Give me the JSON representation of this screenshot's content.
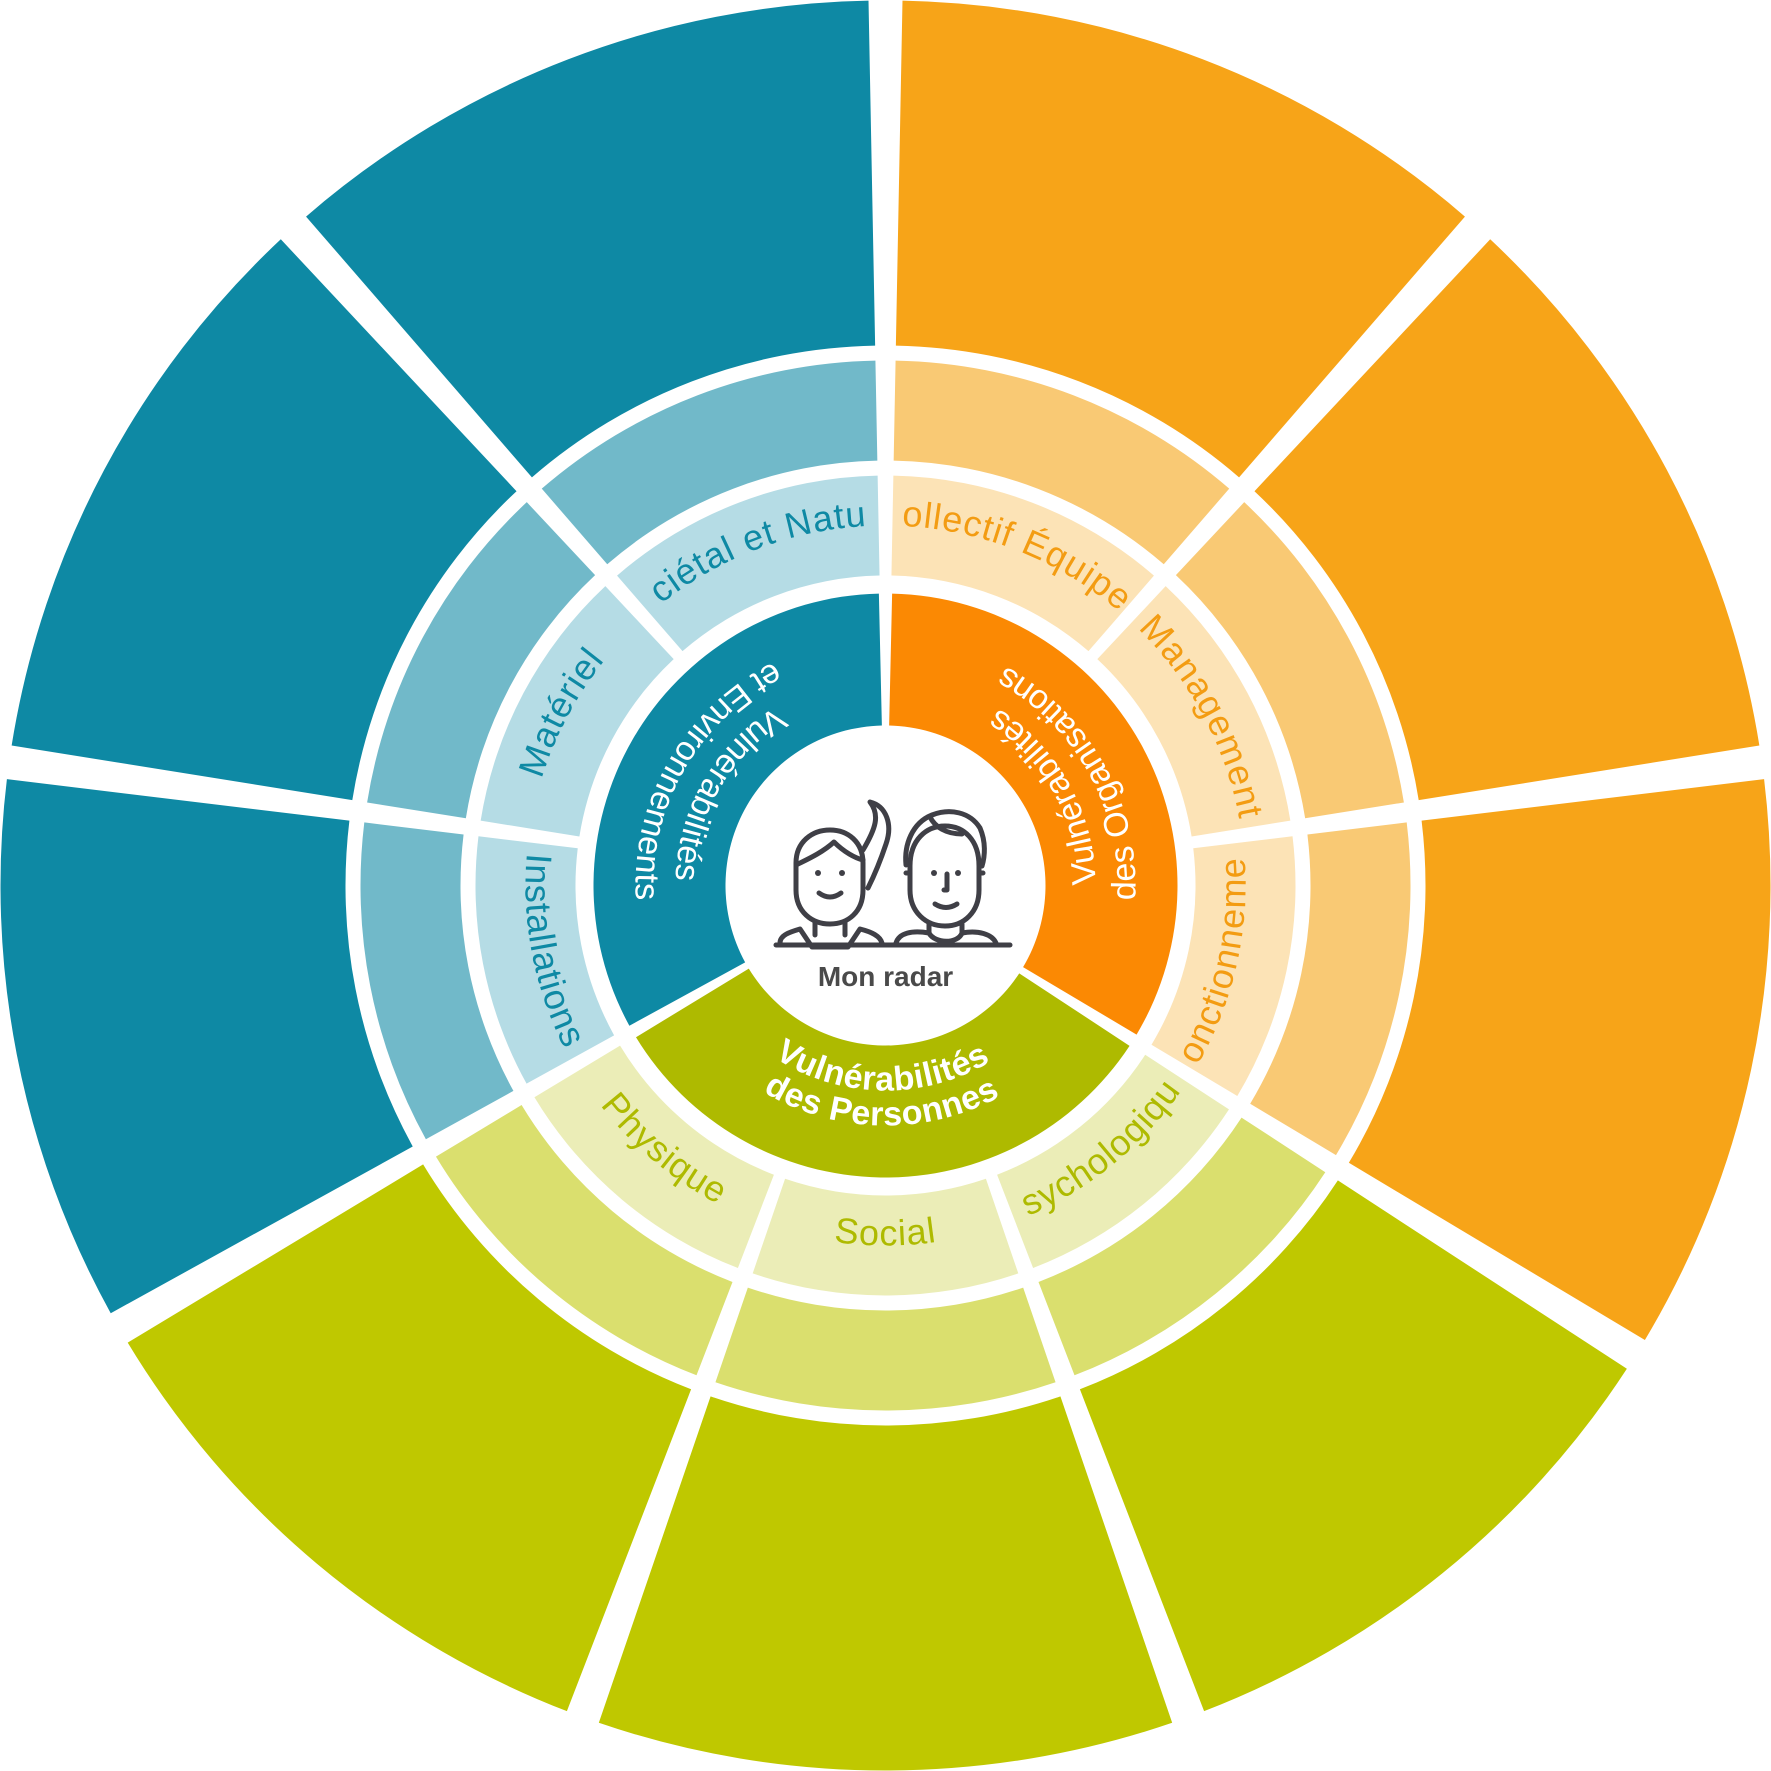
{
  "center": {
    "caption": "Mon radar",
    "icon": "two-people-icon"
  },
  "categories": [
    {
      "id": "env",
      "label_lines": [
        "Vulnérabilités",
        "et Environnements"
      ],
      "colors": {
        "core": "#0E89A4",
        "ring_inner": "#B5DCE5",
        "ring_middle": "#71B9C9",
        "ring_outer": "#0E89A4",
        "text": "#0E89A4"
      },
      "subsegments": [
        "Installations",
        "Matériel",
        "Sociétal et Naturel"
      ]
    },
    {
      "id": "org",
      "label_lines": [
        "Vulnérabilités",
        "des Organisations"
      ],
      "colors": {
        "core": "#FB8903",
        "ring_inner": "#FCE3B6",
        "ring_middle": "#F9C974",
        "ring_outer": "#F7A418",
        "text": "#F39C12"
      },
      "subsegments": [
        "Collectif Équipes",
        "Management",
        "Fonctionnement"
      ]
    },
    {
      "id": "pers",
      "label_lines": [
        "Vulnérabilités",
        "des Personnes"
      ],
      "colors": {
        "core": "#AEBA00",
        "ring_inner": "#EBEDB7",
        "ring_middle": "#DADF6E",
        "ring_outer": "#BFC800",
        "text": "#AEBA00"
      },
      "subsegments": [
        "Psychologique",
        "Social",
        "Physique"
      ]
    }
  ]
}
